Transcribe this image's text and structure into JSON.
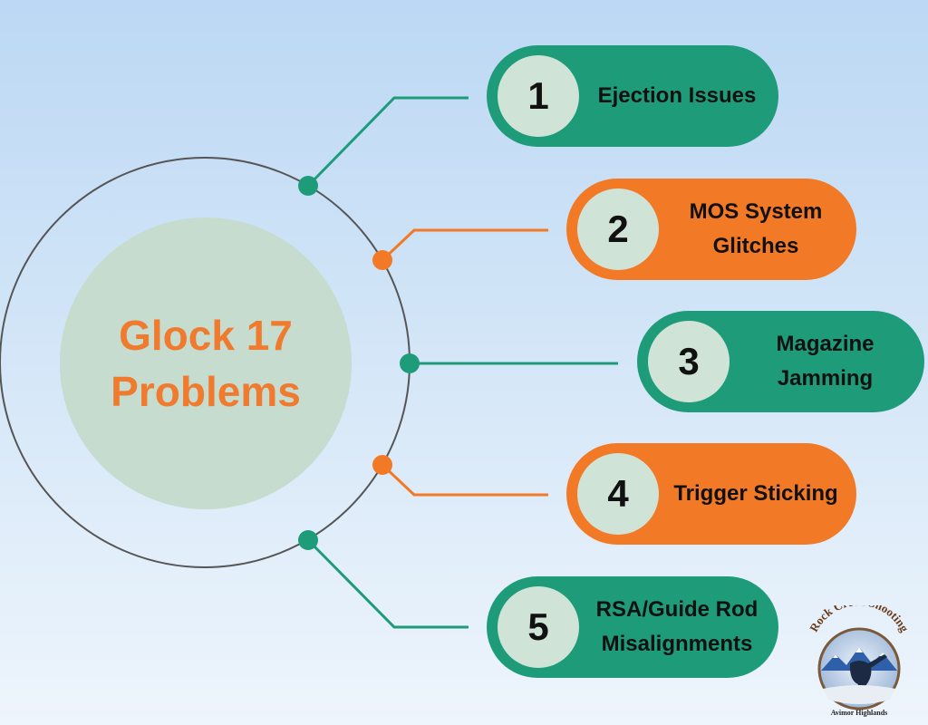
{
  "center": {
    "title": "Glock 17 Problems"
  },
  "items": [
    {
      "number": "1",
      "label": "Ejection Issues",
      "color": "#1e9c7a"
    },
    {
      "number": "2",
      "label": "MOS System Glitches",
      "color": "#f27a26"
    },
    {
      "number": "3",
      "label": "Magazine Jamming",
      "color": "#1e9c7a"
    },
    {
      "number": "4",
      "label": "Trigger Sticking",
      "color": "#f27a26"
    },
    {
      "number": "5",
      "label": "RSA/Guide Rod Misalignments",
      "color": "#1e9c7a"
    }
  ],
  "logo": {
    "name": "Rock Creek Shooting",
    "subtitle": "Avimor Highlands"
  },
  "colors": {
    "teal": "#1e9c7a",
    "orange": "#f27a26",
    "title": "#f07a2e",
    "inner_circle": "#c5dcce",
    "number_circle": "#cfe3d7"
  }
}
